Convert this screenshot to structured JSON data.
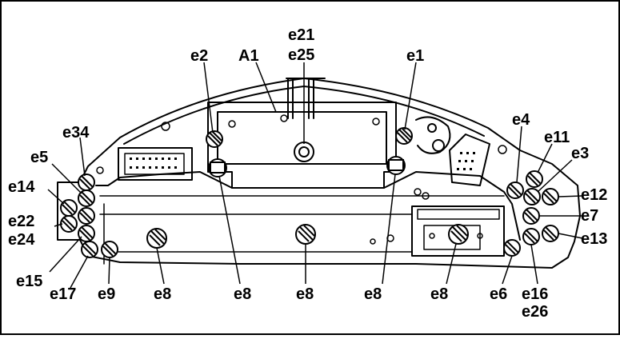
{
  "labels": {
    "e1": "e1",
    "e2": "e2",
    "a1": "A1",
    "e21": "e21",
    "e25": "e25",
    "e34": "e34",
    "e5": "e5",
    "e14": "e14",
    "e22": "e22",
    "e24": "e24",
    "e15": "e15",
    "e17": "e17",
    "e9": "e9",
    "e8_1": "e8",
    "e8_2": "e8",
    "e8_3": "e8",
    "e8_4": "e8",
    "e8_5": "e8",
    "e6": "e6",
    "e16": "e16",
    "e26": "e26",
    "e4": "e4",
    "e11": "e11",
    "e3": "e3",
    "e12": "e12",
    "e7": "e7",
    "e13": "e13"
  }
}
